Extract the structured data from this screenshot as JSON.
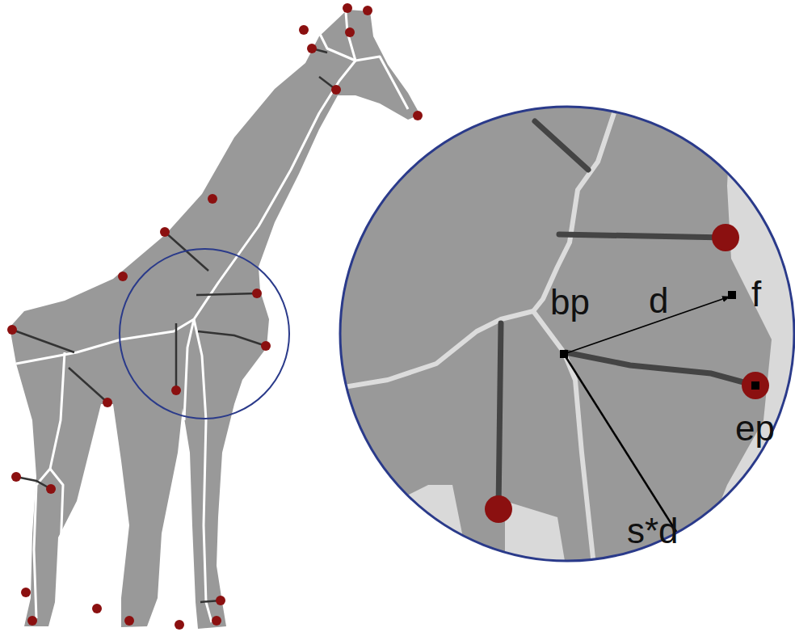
{
  "diagram": {
    "labels": [
      "bp",
      "d",
      "f",
      "ep",
      "s*d"
    ]
  }
}
